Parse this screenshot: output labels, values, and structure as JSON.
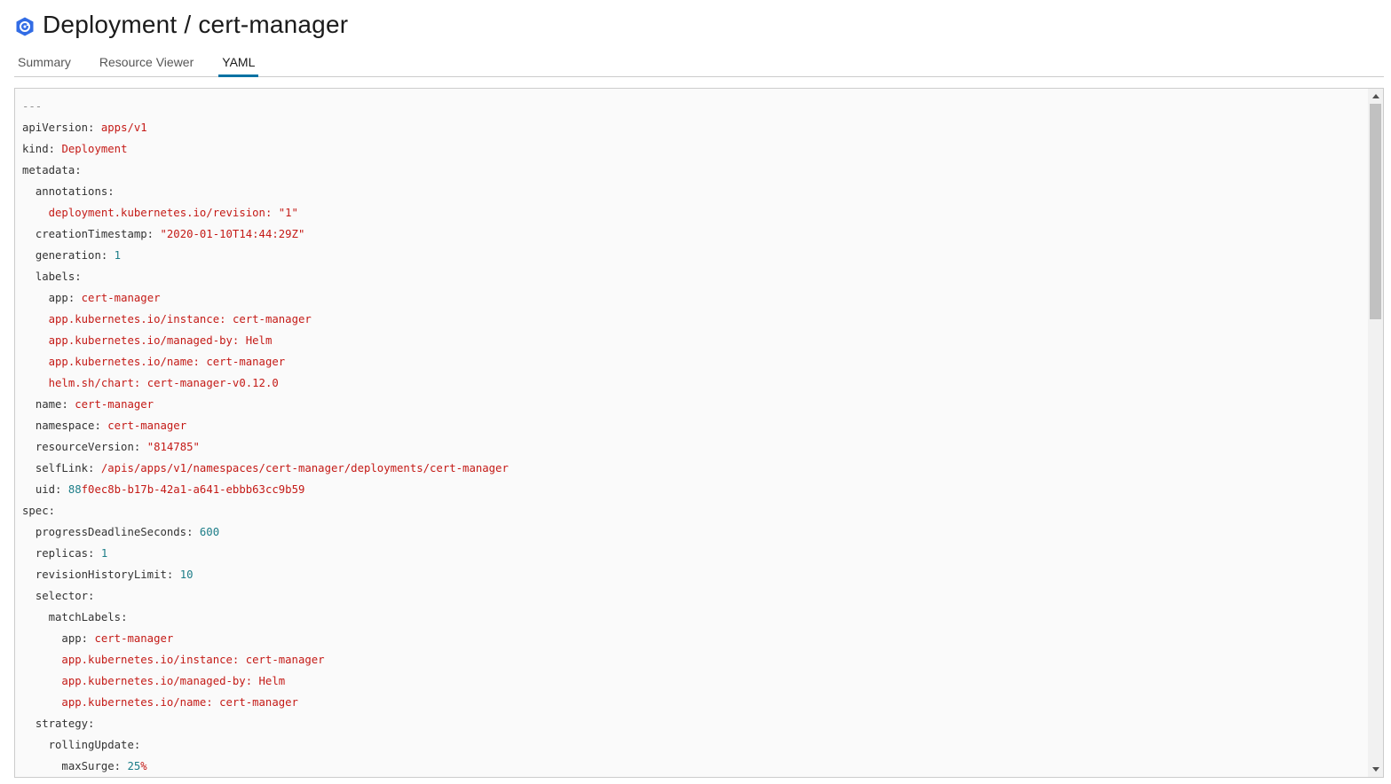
{
  "header": {
    "title": "Deployment / cert-manager",
    "icon": "deployment-icon",
    "icon_color": "#326ce5"
  },
  "tabs": [
    {
      "label": "Summary",
      "active": false
    },
    {
      "label": "Resource Viewer",
      "active": false
    },
    {
      "label": "YAML",
      "active": true
    }
  ],
  "colors": {
    "accent": "#0072a3",
    "string": "#c41a16",
    "number": "#1c7d88"
  },
  "yaml": [
    {
      "indent": 0,
      "comment": "---"
    },
    {
      "indent": 0,
      "key": "apiVersion",
      "value": "apps/v1",
      "type": "s"
    },
    {
      "indent": 0,
      "key": "kind",
      "value": "Deployment",
      "type": "s"
    },
    {
      "indent": 0,
      "key": "metadata"
    },
    {
      "indent": 1,
      "key": "annotations"
    },
    {
      "indent": 2,
      "key": "deployment.kubernetes.io/revision",
      "value": "\"1\"",
      "type": "s",
      "keytype": "s"
    },
    {
      "indent": 1,
      "key": "creationTimestamp",
      "value": "\"2020-01-10T14:44:29Z\"",
      "type": "s"
    },
    {
      "indent": 1,
      "key": "generation",
      "value": "1",
      "type": "n"
    },
    {
      "indent": 1,
      "key": "labels"
    },
    {
      "indent": 2,
      "key": "app",
      "value": "cert-manager",
      "type": "s"
    },
    {
      "indent": 2,
      "key": "app.kubernetes.io/instance",
      "value": "cert-manager",
      "type": "s",
      "keytype": "s"
    },
    {
      "indent": 2,
      "key": "app.kubernetes.io/managed-by",
      "value": "Helm",
      "type": "s",
      "keytype": "s"
    },
    {
      "indent": 2,
      "key": "app.kubernetes.io/name",
      "value": "cert-manager",
      "type": "s",
      "keytype": "s"
    },
    {
      "indent": 2,
      "key": "helm.sh/chart",
      "value": "cert-manager-v0.12.0",
      "type": "s",
      "keytype": "s"
    },
    {
      "indent": 1,
      "key": "name",
      "value": "cert-manager",
      "type": "s"
    },
    {
      "indent": 1,
      "key": "namespace",
      "value": "cert-manager",
      "type": "s"
    },
    {
      "indent": 1,
      "key": "resourceVersion",
      "value": "\"814785\"",
      "type": "s"
    },
    {
      "indent": 1,
      "key": "selfLink",
      "value": "/apis/apps/v1/namespaces/cert-manager/deployments/cert-manager",
      "type": "s"
    },
    {
      "indent": 1,
      "key": "uid",
      "value": "88f0ec8b-b17b-42a1-a641-ebbb63cc9b59",
      "type": "uid"
    },
    {
      "indent": 0,
      "key": "spec"
    },
    {
      "indent": 1,
      "key": "progressDeadlineSeconds",
      "value": "600",
      "type": "n"
    },
    {
      "indent": 1,
      "key": "replicas",
      "value": "1",
      "type": "n"
    },
    {
      "indent": 1,
      "key": "revisionHistoryLimit",
      "value": "10",
      "type": "n"
    },
    {
      "indent": 1,
      "key": "selector"
    },
    {
      "indent": 2,
      "key": "matchLabels"
    },
    {
      "indent": 3,
      "key": "app",
      "value": "cert-manager",
      "type": "s"
    },
    {
      "indent": 3,
      "key": "app.kubernetes.io/instance",
      "value": "cert-manager",
      "type": "s",
      "keytype": "s"
    },
    {
      "indent": 3,
      "key": "app.kubernetes.io/managed-by",
      "value": "Helm",
      "type": "s",
      "keytype": "s"
    },
    {
      "indent": 3,
      "key": "app.kubernetes.io/name",
      "value": "cert-manager",
      "type": "s",
      "keytype": "s"
    },
    {
      "indent": 1,
      "key": "strategy"
    },
    {
      "indent": 2,
      "key": "rollingUpdate"
    },
    {
      "indent": 3,
      "key": "maxSurge",
      "value": "25%",
      "type": "pct"
    }
  ]
}
